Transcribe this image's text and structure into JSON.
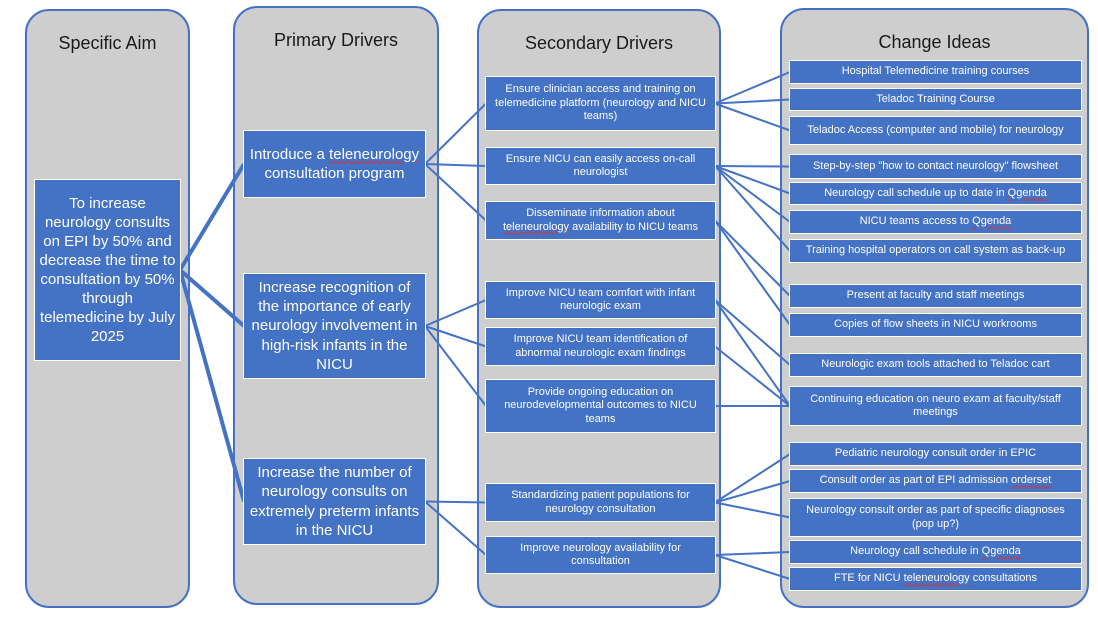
{
  "columns": {
    "specific_aim": "Specific Aim",
    "primary_drivers": "Primary Drivers",
    "secondary_drivers": "Secondary Drivers",
    "change_ideas": "Change Ideas"
  },
  "aim": {
    "text": "To increase neurology consults on EPI by 50% and decrease the time to consultation by 50% through telemedicine by July 2025"
  },
  "primary": [
    {
      "pre": "Introduce a",
      "sq": "teleneurology",
      "post": "consultation program"
    },
    {
      "pre": "Increase recognition of the importance of early neurology involvement in high-risk infants in the NICU",
      "sq": "",
      "post": ""
    },
    {
      "pre": "Increase the number of neurology consults on extremely preterm infants in the NICU",
      "sq": "",
      "post": ""
    }
  ],
  "secondary": [
    {
      "pre": "Ensure clinician access and training on telemedicine platform (neurology and NICU teams)",
      "sq": "",
      "post": ""
    },
    {
      "pre": "Ensure NICU can easily access on-call neurologist",
      "sq": "",
      "post": ""
    },
    {
      "pre": "Disseminate information about",
      "sq": "teleneurology",
      "post": "availability to NICU teams"
    },
    {
      "pre": "Improve NICU team comfort with infant neurologic exam",
      "sq": "",
      "post": ""
    },
    {
      "pre": "Improve NICU team identification of abnormal neurologic exam findings",
      "sq": "",
      "post": ""
    },
    {
      "pre": "Provide ongoing education on neurodevelopmental outcomes to NICU teams",
      "sq": "",
      "post": ""
    },
    {
      "pre": "Standardizing patient populations for neurology consultation",
      "sq": "",
      "post": ""
    },
    {
      "pre": "Improve neurology availability for consultation",
      "sq": "",
      "post": ""
    }
  ],
  "change": [
    {
      "pre": "Hospital Telemedicine training courses",
      "sq": "",
      "post": ""
    },
    {
      "pre": "Teladoc Training Course",
      "sq": "",
      "post": ""
    },
    {
      "pre": "Teladoc Access (computer and mobile) for neurology",
      "sq": "",
      "post": ""
    },
    {
      "pre": "Step-by-step \"how to contact neurology\" flowsheet",
      "sq": "",
      "post": ""
    },
    {
      "pre": "Neurology call schedule up to date in",
      "sq": "Qgenda",
      "post": ""
    },
    {
      "pre": "NICU teams access to",
      "sq": "Qgenda",
      "post": ""
    },
    {
      "pre": "Training hospital operators on call system as back-up",
      "sq": "",
      "post": ""
    },
    {
      "pre": "Present at faculty and staff meetings",
      "sq": "",
      "post": ""
    },
    {
      "pre": "Copies of flow sheets in NICU workrooms",
      "sq": "",
      "post": ""
    },
    {
      "pre": "Neurologic exam tools attached to Teladoc cart",
      "sq": "",
      "post": ""
    },
    {
      "pre": "Continuing education on neuro exam at faculty/staff meetings",
      "sq": "",
      "post": ""
    },
    {
      "pre": "Pediatric neurology consult order in EPIC",
      "sq": "",
      "post": ""
    },
    {
      "pre": "Consult order as part of EPI admission",
      "sq": "orderset",
      "post": ""
    },
    {
      "pre": "Neurology consult order as part of specific diagnoses (pop up?)",
      "sq": "",
      "post": ""
    },
    {
      "pre": "Neurology call schedule in",
      "sq": "Qgenda",
      "post": ""
    },
    {
      "pre": "FTE for NICU",
      "sq": "teleneurology",
      "post": "consultations"
    }
  ],
  "colors": {
    "box_fill": "#4472c4",
    "column_fill": "#cfcecf",
    "connector": "#4472c4",
    "box_text": "#ffffff"
  },
  "connections": {
    "aim_to_primary": [
      0,
      1,
      2
    ],
    "primary_to_secondary": [
      [
        0,
        0
      ],
      [
        0,
        1
      ],
      [
        0,
        2
      ],
      [
        1,
        3
      ],
      [
        1,
        4
      ],
      [
        1,
        5
      ],
      [
        2,
        6
      ],
      [
        2,
        7
      ]
    ],
    "secondary_to_change": [
      [
        0,
        0
      ],
      [
        0,
        1
      ],
      [
        0,
        2
      ],
      [
        1,
        3
      ],
      [
        1,
        4
      ],
      [
        1,
        5
      ],
      [
        1,
        6
      ],
      [
        2,
        7
      ],
      [
        2,
        8
      ],
      [
        3,
        9
      ],
      [
        3,
        10
      ],
      [
        4,
        10
      ],
      [
        5,
        10
      ],
      [
        6,
        11
      ],
      [
        6,
        12
      ],
      [
        6,
        13
      ],
      [
        7,
        14
      ],
      [
        7,
        15
      ]
    ]
  }
}
